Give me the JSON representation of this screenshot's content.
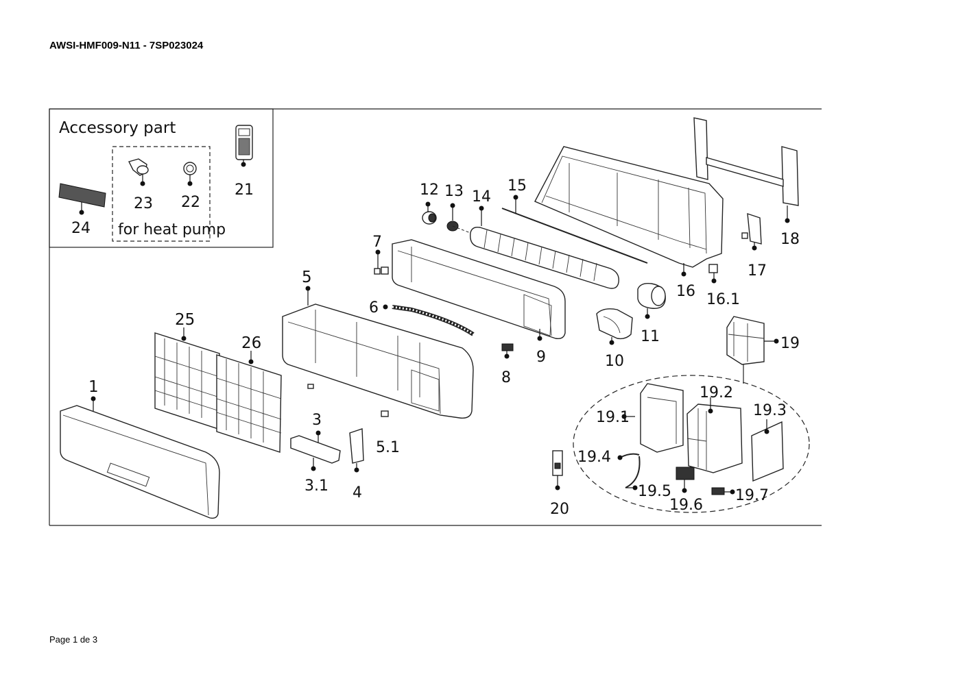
{
  "document": {
    "title": "AWSI-HMF009-N11 - 7SP023024",
    "footer": "Page 1 de 3"
  },
  "accessory_box": {
    "heading": "Accessory part",
    "heat_pump_note": "for heat pump"
  },
  "callouts": {
    "p1": "1",
    "p3": "3",
    "p3_1": "3.1",
    "p4": "4",
    "p5": "5",
    "p5_1": "5.1",
    "p6": "6",
    "p7": "7",
    "p8": "8",
    "p9": "9",
    "p10": "10",
    "p11": "11",
    "p12": "12",
    "p13": "13",
    "p14": "14",
    "p15": "15",
    "p16": "16",
    "p16_1": "16.1",
    "p17": "17",
    "p18": "18",
    "p19": "19",
    "p19_1": "19.1",
    "p19_2": "19.2",
    "p19_3": "19.3",
    "p19_4": "19.4",
    "p19_5": "19.5",
    "p19_6": "19.6",
    "p19_7": "19.7",
    "p20": "20",
    "p21": "21",
    "p22": "22",
    "p23": "23",
    "p24": "24",
    "p25": "25",
    "p26": "26"
  }
}
